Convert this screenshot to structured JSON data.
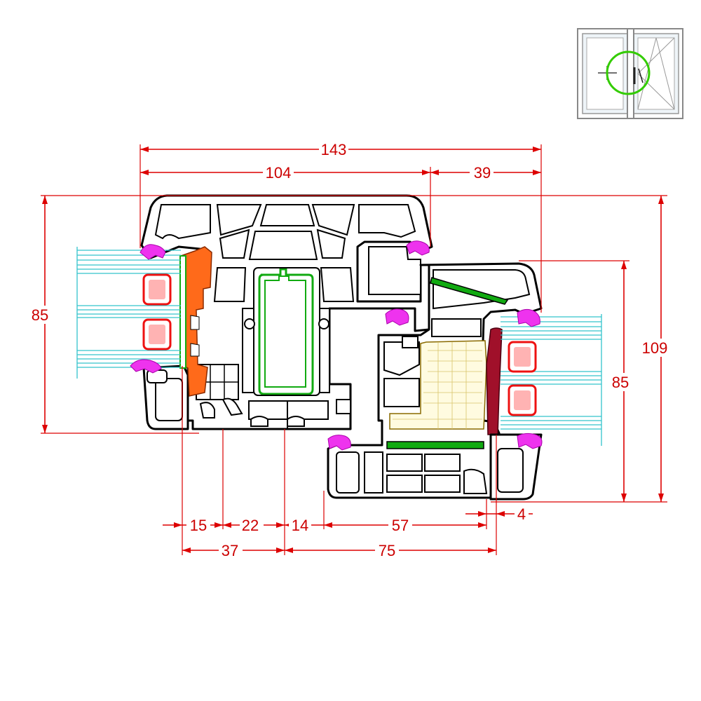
{
  "dimensions": {
    "top_overall": "143",
    "top_left": "104",
    "top_right": "39",
    "left_height": "85",
    "right_height_inner": "85",
    "right_height_overall": "109",
    "bottom_row1": [
      "15",
      "22",
      "14",
      "57",
      "4"
    ],
    "bottom_row2": [
      "37",
      "75"
    ]
  },
  "colors": {
    "dimension": "#dd0000",
    "glass": "#33c4cc",
    "gasket": "#ee33ee",
    "steel_reinforcement": "#11aa11",
    "glazing_bead_insert": "#ff6a1a",
    "thermal_insert": "#a0102a",
    "foam_insert": "#fffbe0",
    "spacer": "#ee1111",
    "keyplan_highlight": "#33cc00"
  },
  "keyplan": {
    "description_icon": "window-keyplan-icon"
  }
}
